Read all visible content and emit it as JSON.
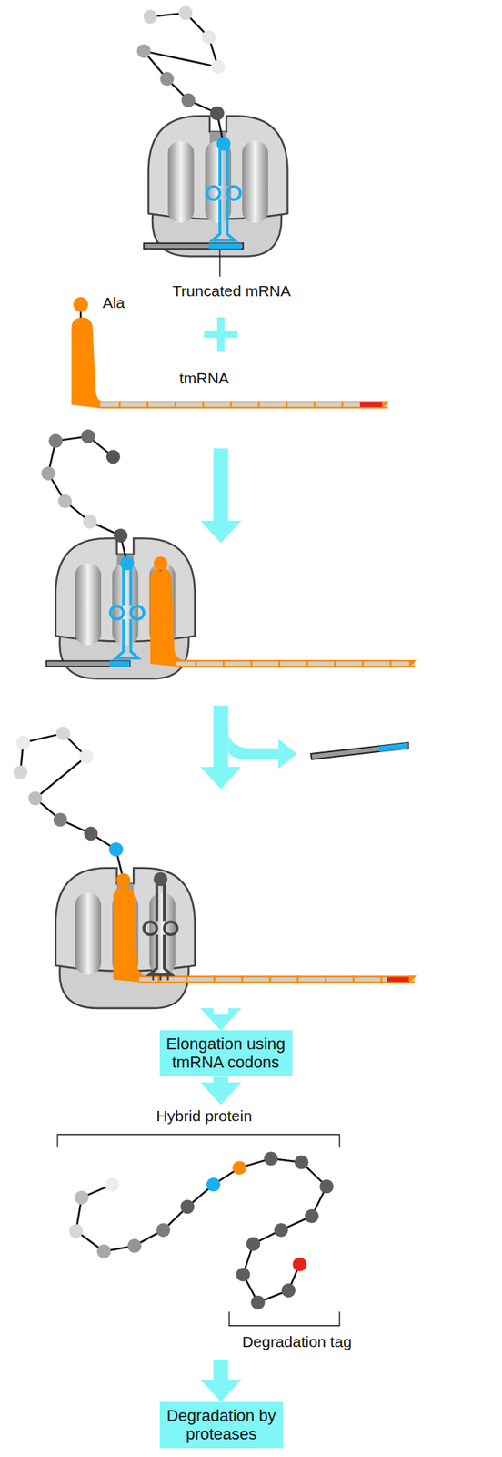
{
  "diagram": {
    "nodes": [
      {
        "text": [
          "Elongation using tmRNA codons"
        ]
      },
      {
        "text": [
          "Degradation by proteases"
        ]
      }
    ],
    "labels": [
      "Truncated mRNA",
      "Ala",
      "tmRNA",
      "Hybrid protein",
      "Degradation tag"
    ]
  }
}
